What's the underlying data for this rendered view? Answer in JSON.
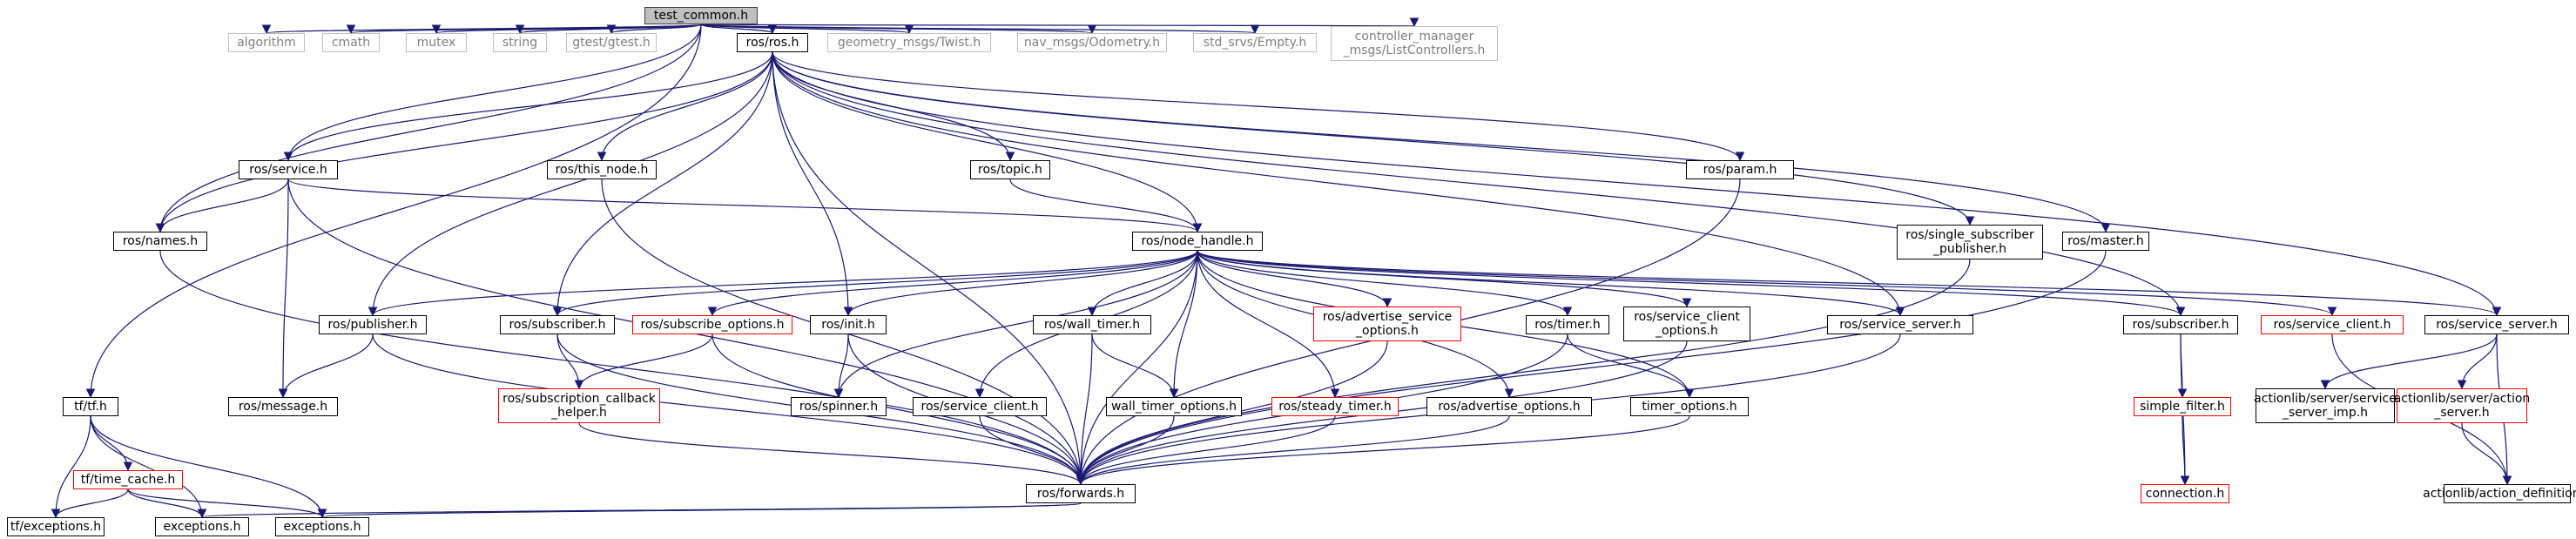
{
  "colors": {
    "edge": "#191970",
    "root_fill": "#bfbfbf",
    "external_border": "#bfbfbf",
    "external_text": "#808080",
    "unresolved_border": "#ff0000",
    "node_border": "#000000"
  },
  "nodes": {
    "test_common": "test_common.h",
    "algorithm": "algorithm",
    "cmath": "cmath",
    "mutex": "mutex",
    "string": "string",
    "gtest": "gtest/gtest.h",
    "ros_ros": "ros/ros.h",
    "geometry_twist": "geometry_msgs/Twist.h",
    "nav_odometry": "nav_msgs/Odometry.h",
    "std_srvs_empty": "std_srvs/Empty.h",
    "controller_manager": "controller_manager\n_msgs/ListControllers.h",
    "service": "ros/service.h",
    "this_node": "ros/this_node.h",
    "topic": "ros/topic.h",
    "param": "ros/param.h",
    "tf": "tf/tf.h",
    "names": "ros/names.h",
    "node_handle": "ros/node_handle.h",
    "single_subscriber_publisher": "ros/single_subscriber\n_publisher.h",
    "master": "ros/master.h",
    "publisher": "ros/publisher.h",
    "subscriber": "ros/subscriber.h",
    "subscribe_options": "ros/subscribe_options.h",
    "init": "ros/init.h",
    "wall_timer": "ros/wall_timer.h",
    "advertise_service_options": "ros/advertise_service\n_options.h",
    "timer": "ros/timer.h",
    "service_client_options": "ros/service_client\n_options.h",
    "service_server_ros": "ros/service_server.h",
    "subscriber_ros2": "ros/subscriber.h",
    "service_client_red": "ros/service_client.h",
    "actionlib_service_server": "ros/service_server.h",
    "message": "ros/message.h",
    "subscription_callback_helper": "ros/subscription_callback\n_helper.h",
    "spinner": "ros/spinner.h",
    "service_client": "ros/service_client.h",
    "wall_timer_options": "wall_timer_options.h",
    "steady_timer": "ros/steady_timer.h",
    "advertise_options": "ros/advertise_options.h",
    "timer_options": "timer_options.h",
    "simple_filter": "simple_filter.h",
    "connection": "connection.h",
    "actionlib_service_server_imp": "actionlib/server/service\n_server_imp.h",
    "actionlib_action_server": "actionlib/server/action\n_server.h",
    "action_definition": "actionlib/action_definition.h",
    "forwards": "ros/forwards.h",
    "time_cache": "tf/time_cache.h",
    "tf_exceptions": "tf/exceptions.h",
    "exceptions_a": "exceptions.h",
    "exceptions_b": "exceptions.h"
  }
}
